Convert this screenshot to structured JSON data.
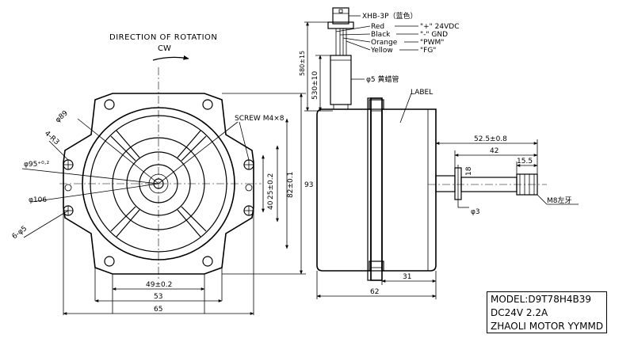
{
  "rotation": {
    "title": "DIRECTION OF ROTATION",
    "sense": "CW"
  },
  "connector": {
    "name": "XHB-3P（蓝色）",
    "wires": [
      {
        "color": "Red",
        "signal": "\"+\" 24VDC"
      },
      {
        "color": "Black",
        "signal": "\"-\" GND"
      },
      {
        "color": "Orange",
        "signal": "\"PWM\""
      },
      {
        "color": "Yellow",
        "signal": "\"FG\""
      }
    ],
    "sleeve": "φ5 黄蜡管"
  },
  "front_view": {
    "dims": {
      "d89": "φ89",
      "r3": "4-R3",
      "d95": "φ95⁺⁰·²",
      "d106": "φ106",
      "holes": "6-φ5",
      "screw": "SCREW M4×8",
      "d25": "25±0.2",
      "d40": "40",
      "d82": "82±0.1",
      "d93": "93",
      "d49": "49±0.2",
      "d53": "53",
      "d65": "65"
    }
  },
  "side_view": {
    "dims": {
      "lead_total": "580±15",
      "lead": "530±10",
      "label": "LABEL",
      "d52": "52.5±0.8",
      "d42": "42",
      "d15": "15.5",
      "d18": "18",
      "d3": "φ3",
      "thread": "M8左牙",
      "d31": "31",
      "d62": "62"
    }
  },
  "nameplate": {
    "model": "MODEL:D9T78H4B39",
    "rating": "DC24V   2.2A",
    "maker": "ZHAOLI MOTOR    YYMMD"
  }
}
